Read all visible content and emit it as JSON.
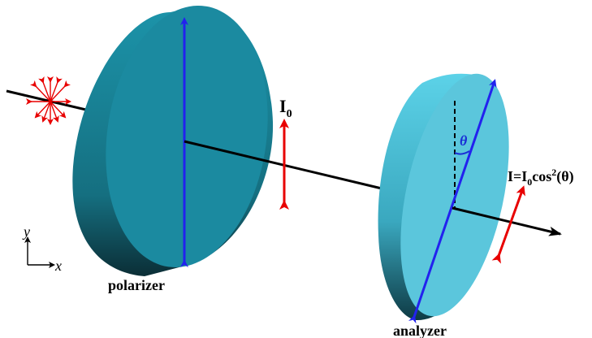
{
  "labels": {
    "intensity_incident": "I",
    "intensity_incident_sub": "0",
    "formula_prefix": "I=I",
    "formula_sub": "0",
    "formula_cos": "cos",
    "formula_sup": "2",
    "formula_arg": "(θ)",
    "theta": "θ",
    "polarizer": "polarizer",
    "analyzer": "analyzer"
  },
  "axes": {
    "y_label": "y",
    "x_label": "x"
  },
  "colors": {
    "polarizer_face": "#1b8aa0",
    "polarizer_edge": "#147385",
    "analyzer_face": "#4cc4dc",
    "analyzer_edge": "#2f9fb8",
    "transmission_axis": "#2222ee",
    "polarization_arrow": "#e80000",
    "beam": "#000000",
    "theta": "#1a2fd6"
  }
}
